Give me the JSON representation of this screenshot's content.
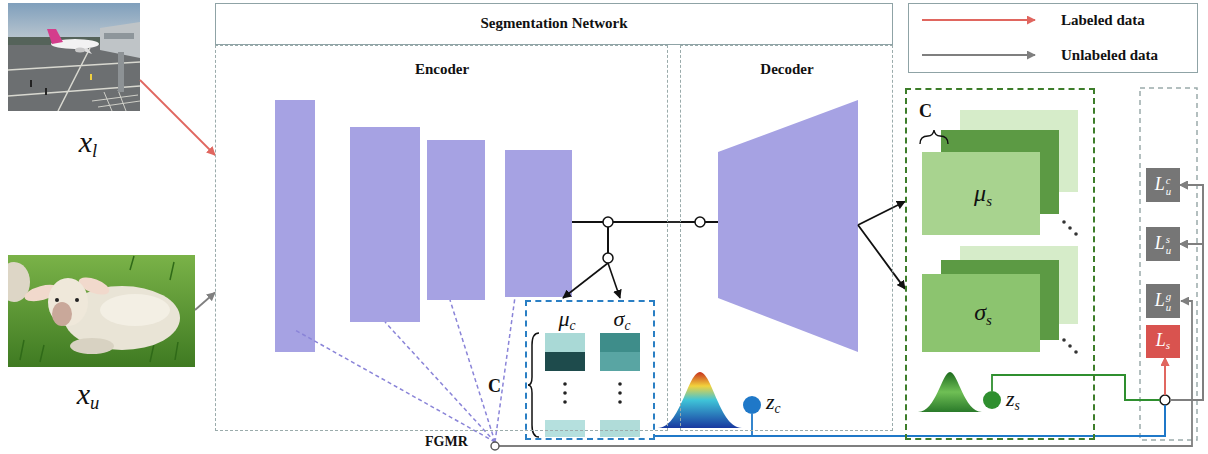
{
  "diagram": {
    "nodes": [
      {
        "text": [
          "xl"
        ]
      },
      {
        "text": [
          "xu"
        ]
      },
      {
        "text": [
          "Segmentation Network"
        ]
      },
      {
        "text": [
          "Encoder"
        ],
        "in": 2
      },
      {
        "text": [
          "Decoder"
        ],
        "in": 2
      },
      {
        "text": [
          "C",
          "μc",
          "σc"
        ]
      },
      {
        "text": [
          "C",
          "μs",
          "σs"
        ]
      },
      {
        "text": [
          "Luc"
        ]
      },
      {
        "text": [
          "Lus"
        ]
      },
      {
        "text": [
          "Lug"
        ]
      },
      {
        "text": [
          "Ls"
        ]
      }
    ],
    "edges": [
      {
        "from": 0,
        "to": 3,
        "arrow": "to"
      },
      {
        "from": 1,
        "to": 3,
        "arrow": "to"
      },
      {
        "from": 3,
        "to": 4,
        "arrow": "none"
      },
      {
        "from": 4,
        "to": 6,
        "arrow": "to"
      },
      {
        "from": 5,
        "to": 7,
        "arrow": "to"
      },
      {
        "from": 5,
        "to": 8,
        "arrow": "to"
      },
      {
        "from": 5,
        "to": 10,
        "arrow": "to"
      },
      {
        "from": 6,
        "to": 7,
        "arrow": "to"
      },
      {
        "from": 6,
        "to": 8,
        "arrow": "to"
      },
      {
        "from": 6,
        "to": 10,
        "arrow": "to"
      }
    ],
    "labels": [
      "zc",
      "zs",
      "FGMR"
    ],
    "legend": [
      {
        "text": "Labeled data"
      },
      {
        "text": "Unlabeled data"
      }
    ]
  }
}
